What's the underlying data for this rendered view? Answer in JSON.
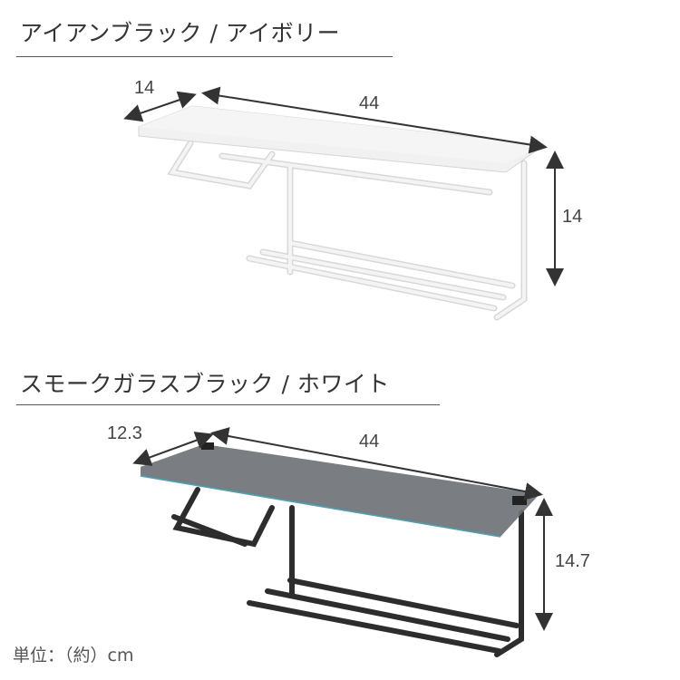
{
  "products": [
    {
      "title": "アイアンブラック / アイボリー",
      "dimensions": {
        "depth": "14",
        "width": "44",
        "height": "14"
      },
      "color": "#f2f2f2"
    },
    {
      "title": "スモークガラスブラック / ホワイト",
      "dimensions": {
        "depth": "12.3",
        "width": "44",
        "height": "14.7"
      },
      "color": "#2b2b2b",
      "glass_color": "#6b6f74"
    }
  ],
  "unit_note": "単位：（約）cm"
}
